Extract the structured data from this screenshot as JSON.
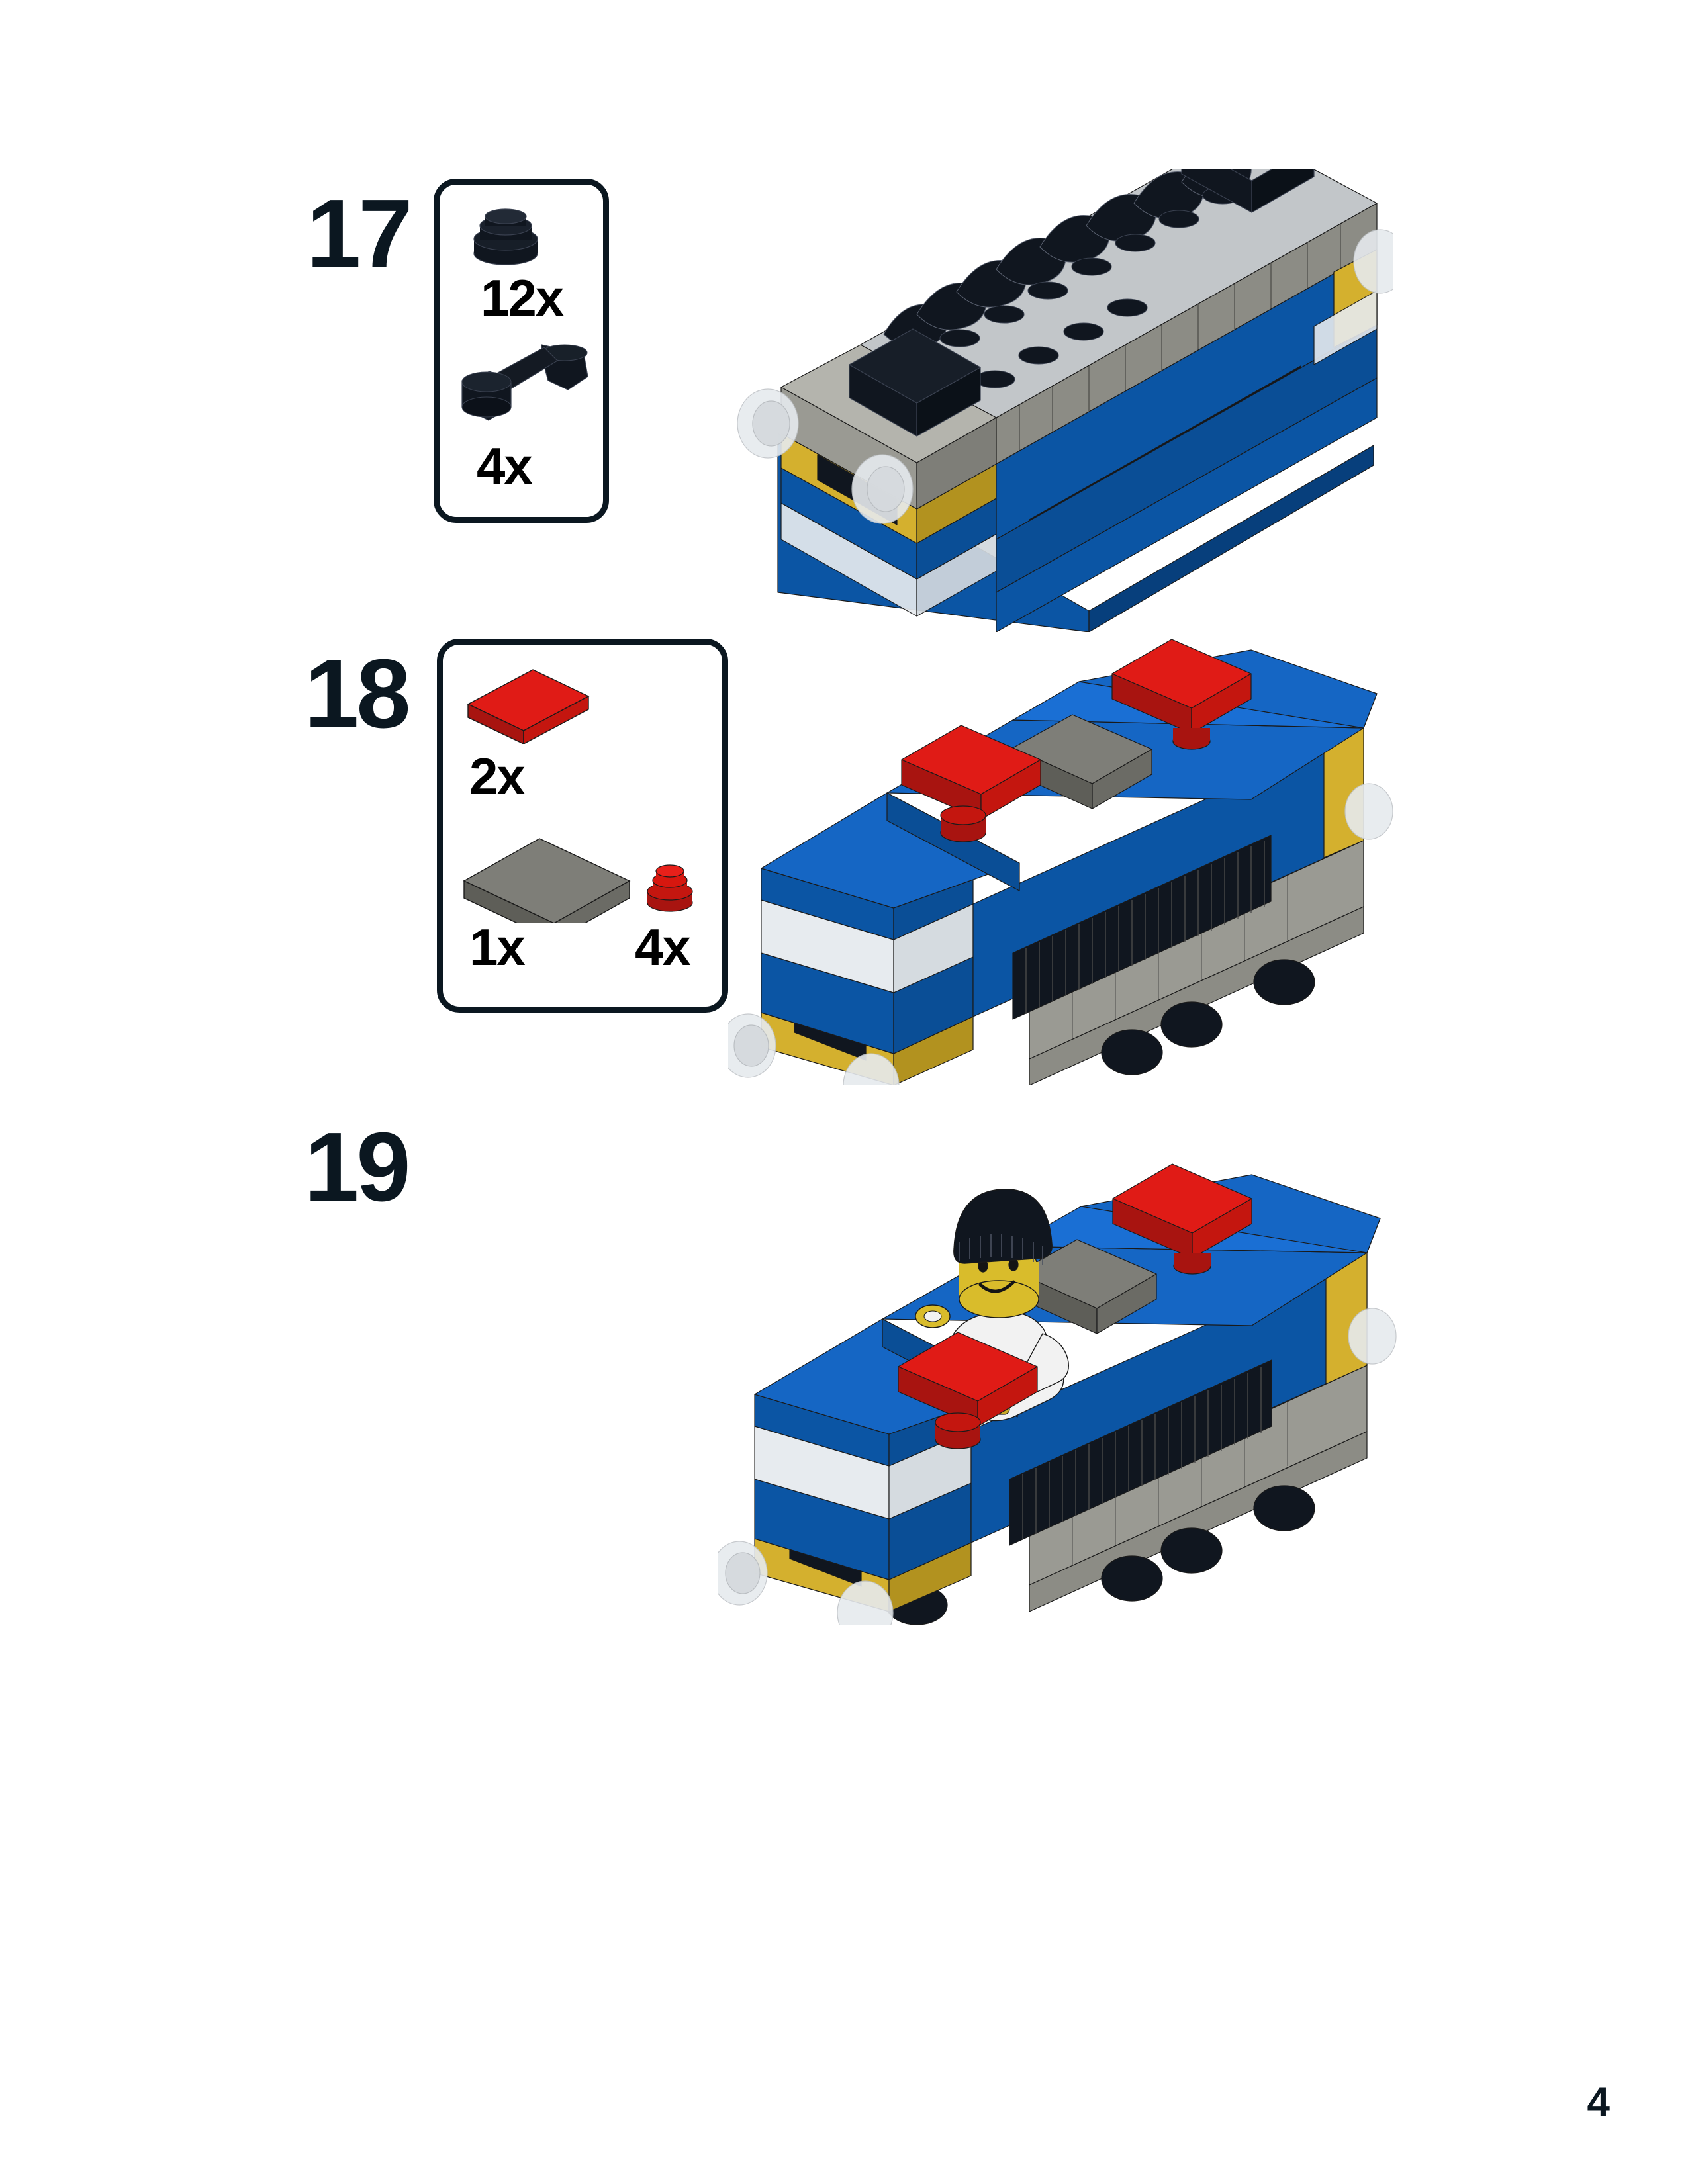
{
  "document": {
    "type": "lego-building-instructions",
    "page_number": "4"
  },
  "palette": {
    "ink": "#0B1720",
    "black_part": "#10161F",
    "red": "#E01B16",
    "red_dark": "#A81410",
    "red_mid": "#C4160F",
    "gray": "#7E7E78",
    "gray_dark": "#5E5E58",
    "gray_light": "#9A9A93",
    "blue": "#0B55A4",
    "blue_dark": "#073F7C",
    "blue_light": "#1566C4",
    "yellow": "#D4B02E",
    "yellow_dark": "#B2921F",
    "lightgray": "#A0A4A8",
    "lightgray_dark": "#7C8084",
    "lightgray_top": "#C2C6C9",
    "trans_clear": "#E6EAEE",
    "skin": "#D9BC2B",
    "white": "#F2F2F2",
    "page_bg": "#FFFFFF"
  },
  "steps": [
    {
      "id": "step-17",
      "number": "17",
      "has_parts_box": true,
      "parts": [
        {
          "name": "round-plate-1x1",
          "color": "black",
          "qty": "12x"
        },
        {
          "name": "telephone-handset",
          "color": "black",
          "qty": "4x"
        }
      ],
      "model": {
        "name": "blue-locomotive-with-black-hoses",
        "description": "Blue train locomotive, light gray roof, yellow stripes, black grille, twelve black round plates and four black handsets on roof"
      }
    },
    {
      "id": "step-18",
      "number": "18",
      "has_parts_box": true,
      "parts": [
        {
          "name": "plate-1x2",
          "color": "red",
          "qty": "2x"
        },
        {
          "name": "tile-2x2",
          "color": "gray",
          "qty": "1x"
        },
        {
          "name": "round-plate-1x1",
          "color": "red",
          "qty": "4x"
        }
      ],
      "model": {
        "name": "blue-locomotive-with-red-seats",
        "description": "Blue train locomotive seen from rear-three-quarter, two red seats and one gray console on top deck"
      }
    },
    {
      "id": "step-19",
      "number": "19",
      "has_parts_box": false,
      "parts": [],
      "model": {
        "name": "blue-locomotive-with-driver",
        "description": "Completed blue train locomotive with a minifigure driver wearing a black cap and white shirt seated at the red seats"
      }
    }
  ]
}
